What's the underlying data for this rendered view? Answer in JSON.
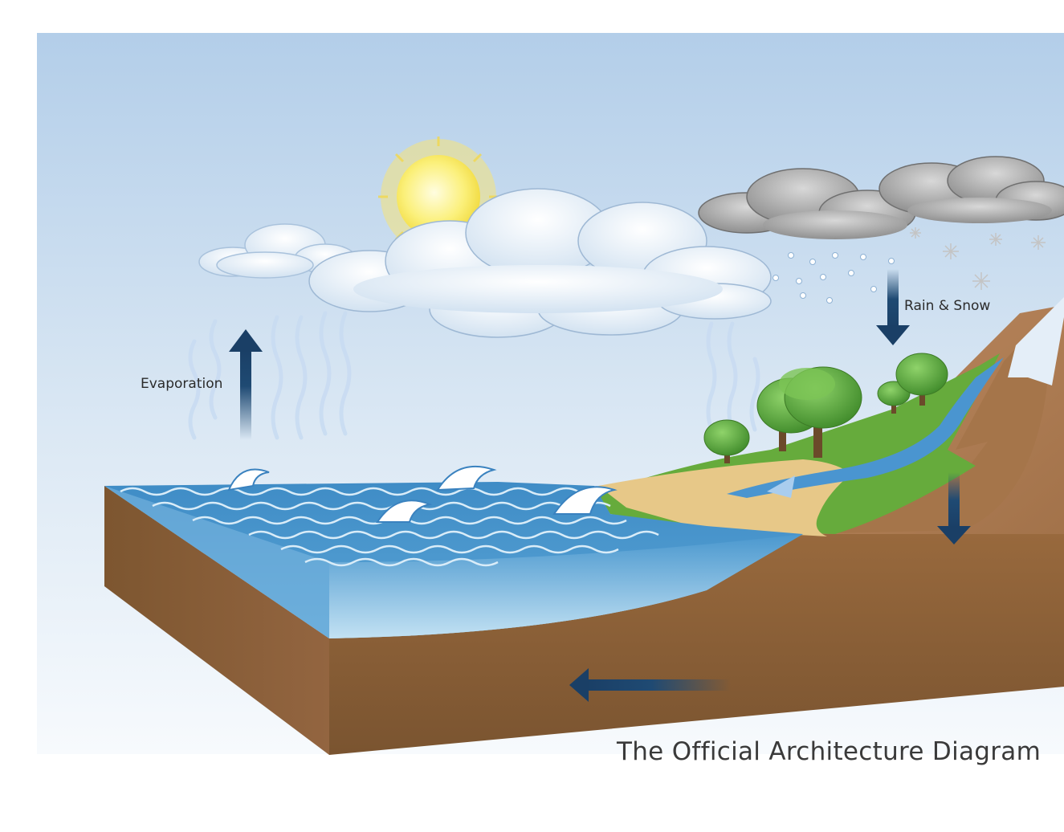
{
  "labels": {
    "evaporation": "Evaporation",
    "precipitation": "Rain & Snow"
  },
  "footer_title": "The Official Architecture Diagram",
  "colors": {
    "sky_top": "#b5d0ea",
    "sky_bottom": "#f4f8fc",
    "water": "#4f9bcf",
    "soil": "#8a6038",
    "grass": "#63a93b",
    "sand": "#e8c987",
    "arrow": "#1f4a73",
    "sun": "#f7e860"
  }
}
